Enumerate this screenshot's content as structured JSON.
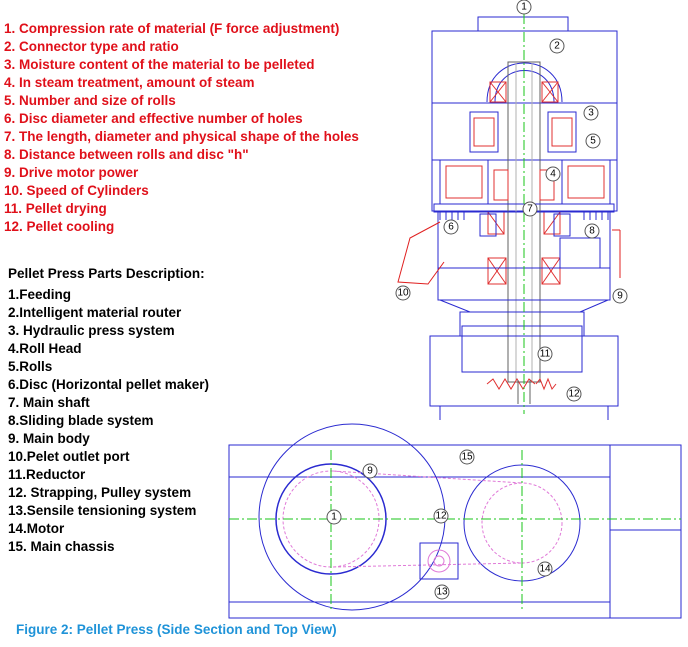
{
  "factors": [
    "1. Compression rate of material (F force adjustment)",
    "2. Connector type and ratio",
    "3. Moisture content of the material to be pelleted",
    "4. In steam treatment, amount of steam",
    "5. Number and size of rolls",
    "6. Disc diameter and effective number of holes",
    "7. The length, diameter and physical shape of the holes",
    "8. Distance between rolls and disc \"h\"",
    "9. Drive motor power",
    "10. Speed of Cylinders",
    "11. Pellet drying",
    "12. Pellet cooling"
  ],
  "parts_title": "Pellet Press Parts Description:",
  "parts": [
    "1.Feeding",
    "2.Intelligent material router",
    "3. Hydraulic press  system",
    "4.Roll Head",
    "5.Rolls",
    "6.Disc (Horizontal pellet maker)",
    "7. Main shaft",
    "8.Sliding blade system",
    "9. Main body",
    "10.Pelet outlet port",
    "11.Reductor",
    "12. Strapping, Pulley system",
    "13.Sensile tensioning system",
    "14.Motor",
    "15. Main chassis"
  ],
  "caption": "Figure 2: Pellet Press (Side Section and Top View)",
  "side_callouts": [
    "1",
    "2",
    "3",
    "4",
    "5",
    "6",
    "7",
    "8",
    "9",
    "10",
    "11",
    "12"
  ],
  "top_callouts": [
    "1",
    "9",
    "12",
    "13",
    "14",
    "15"
  ],
  "colors": {
    "factors_text": "#e0101a",
    "caption": "#1f93d8",
    "drawing_line": "#2a2ad0",
    "shaft_line": "#b0b0b0",
    "center_line": "#19c419",
    "rolls": "#e03030",
    "belt": "#e07ad8",
    "outlet": "#e02020"
  }
}
